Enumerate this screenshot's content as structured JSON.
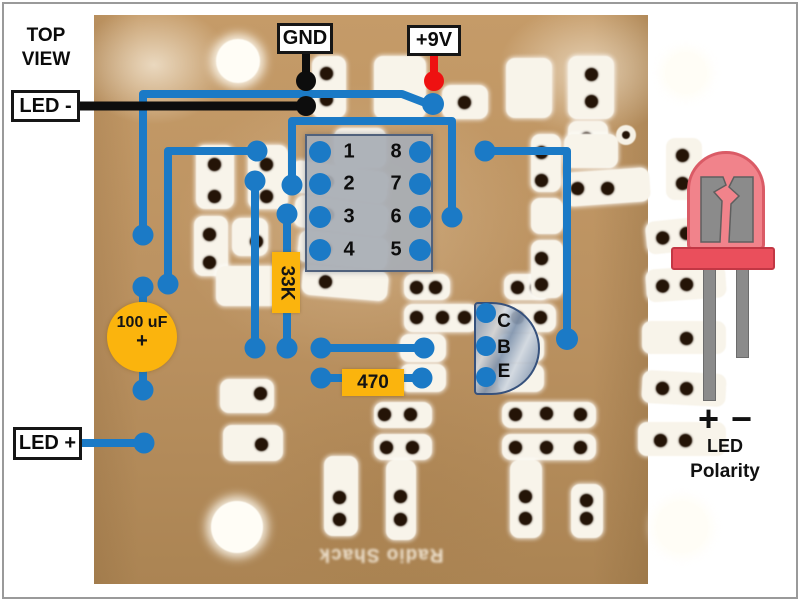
{
  "annotations": {
    "top_view_line1": "TOP",
    "top_view_line2": "VIEW"
  },
  "connection_labels": {
    "gnd": "GND",
    "plus_9v": "+9V",
    "led_minus": "LED -",
    "led_plus": "LED +"
  },
  "components": {
    "capacitor": {
      "value": "100 uF",
      "polarity_mark": "+"
    },
    "resistor_timing": {
      "value": "33K"
    },
    "resistor_led": {
      "value": "470"
    },
    "ic_socket": {
      "left_pins": [
        "1",
        "2",
        "3",
        "4"
      ],
      "right_pins": [
        "8",
        "7",
        "6",
        "5"
      ]
    },
    "transistor": {
      "pins": [
        "C",
        "B",
        "E"
      ]
    }
  },
  "board": {
    "silkscreen": "Radio Shack"
  },
  "legend": {
    "plus": "+",
    "minus": "−",
    "caption_line1": "LED",
    "caption_line2": "Polarity"
  },
  "colors": {
    "wire_blue": "#1b7ac6",
    "wire_black": "#0d0d0d",
    "wire_red": "#ee1111",
    "label_amber": "#fbb40d",
    "board_tan": "#ba9160",
    "pad_cream": "#f8f4ea",
    "led_body_pink": "#f1838b",
    "led_flange_red": "#ea4f5c",
    "lead_gray": "#8b8b8b"
  }
}
